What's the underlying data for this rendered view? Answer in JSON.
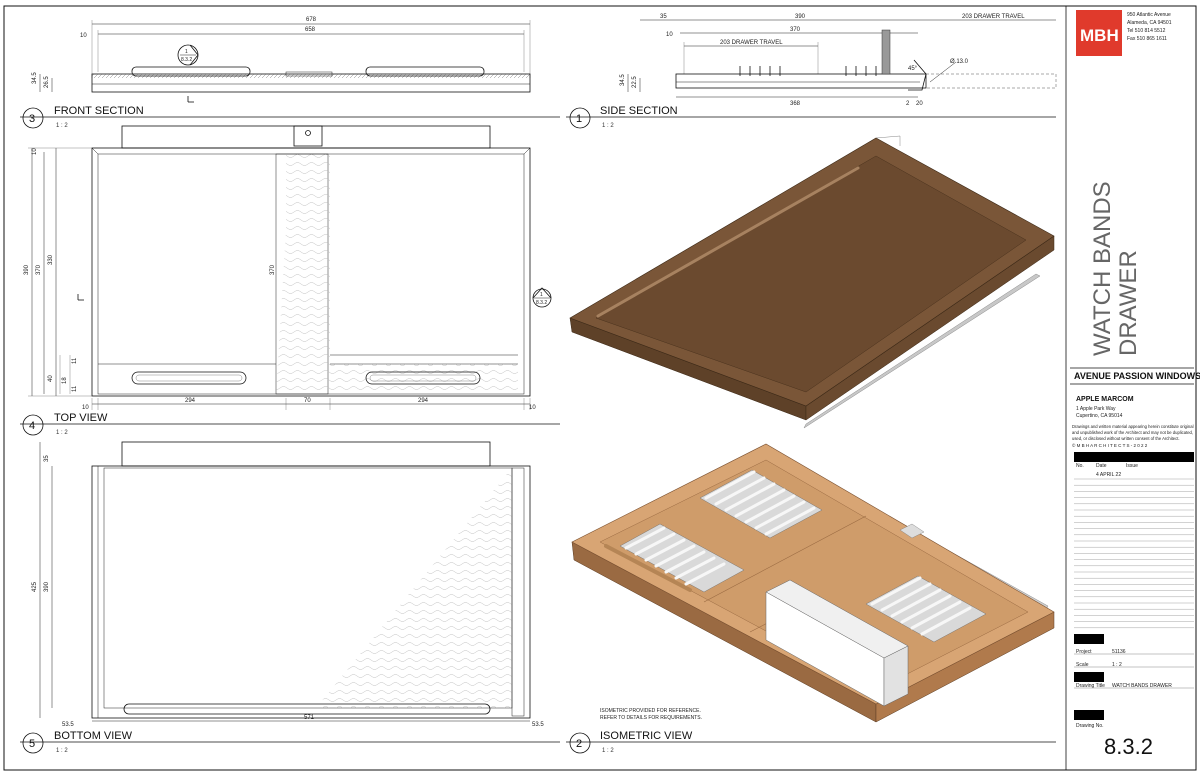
{
  "firm": {
    "logo": "MBH",
    "address": [
      "950 Atlantic Avenue",
      "Alameda, CA 94501",
      "Tel 510 814 5512",
      "Fax 510 865 1611"
    ]
  },
  "project_title": [
    "WATCH BANDS",
    "DRAWER"
  ],
  "subtitle": "AVENUE PASSION WINDOWS",
  "client": {
    "name": "APPLE MARCOM",
    "address": [
      "1 Apple Park Way",
      "Cupertino, CA 95014"
    ]
  },
  "disclaimer": [
    "Drawings and written material appearing herein constitute original",
    "and unpublished work of the Architect and may not be duplicated,",
    "used, or disclosed without written consent of the Architect."
  ],
  "copyright": "© M B H  A R C H I T E C T S - 2 0 2 2",
  "revisions": {
    "headers": [
      "No.",
      "Date",
      "Issue"
    ],
    "rows": [
      [
        "",
        "4 APRIL 22",
        ""
      ]
    ]
  },
  "project_number_label": "Project",
  "project_number": "51136",
  "scale_label": "Scale",
  "scale": "1 : 2",
  "drawing_title_label": "Drawing Title",
  "drawing_title": "WATCH BANDS DRAWER",
  "drawing_no_label": "Drawing No.",
  "drawing_no": "8.3.2",
  "views": [
    {
      "number": "3",
      "title": "FRONT SECTION",
      "scale": "1 : 2"
    },
    {
      "number": "1",
      "title": "SIDE SECTION",
      "scale": "1 : 2"
    },
    {
      "number": "4",
      "title": "TOP VIEW",
      "scale": "1 : 2"
    },
    {
      "number": "5",
      "title": "BOTTOM VIEW",
      "scale": "1 : 2"
    },
    {
      "number": "2",
      "title": "ISOMETRIC VIEW",
      "scale": "1 : 2"
    }
  ],
  "section_tag": {
    "top": "1",
    "bottom": "8.3.2"
  },
  "front_dims": {
    "overall": "678",
    "inner": "658",
    "left": "10",
    "h1": "34.5",
    "h2": "26.5"
  },
  "side_dims": {
    "left": "35",
    "overall": "390",
    "inner": "370",
    "travel": "203 DRAWER TRAVEL",
    "travel_inner": "203 DRAWER TRAVEL",
    "dia": "Ø 13.0",
    "angle": "45°",
    "bottom": "368",
    "r1": "2",
    "r2": "20",
    "h1": "34.5",
    "h2": "22.5",
    "left_small": "10"
  },
  "top_dims": {
    "h_overall": "390",
    "h_inner": "370",
    "h_inner2": "330",
    "h_center": "370",
    "b1": "40",
    "b2": "18",
    "b3": "11",
    "b4": "11",
    "w_left": "10",
    "w1": "294",
    "w2": "70",
    "w3": "294",
    "w_right": "10"
  },
  "bottom_dims": {
    "top": "35",
    "h_overall": "425",
    "h_inner": "390",
    "left": "53.5",
    "center": "571",
    "right": "53.5"
  },
  "iso_note": [
    "ISOMETRIC PROVIDED FOR REFERENCE.",
    "REFER TO DETAILS FOR REQUIREMENTS."
  ],
  "colors": {
    "accent": "#e03a2c",
    "wood": "#d8a574",
    "wood_dark": "#9a6a42",
    "walnut": "#7a5638",
    "walnut_top": "#8d6848"
  }
}
